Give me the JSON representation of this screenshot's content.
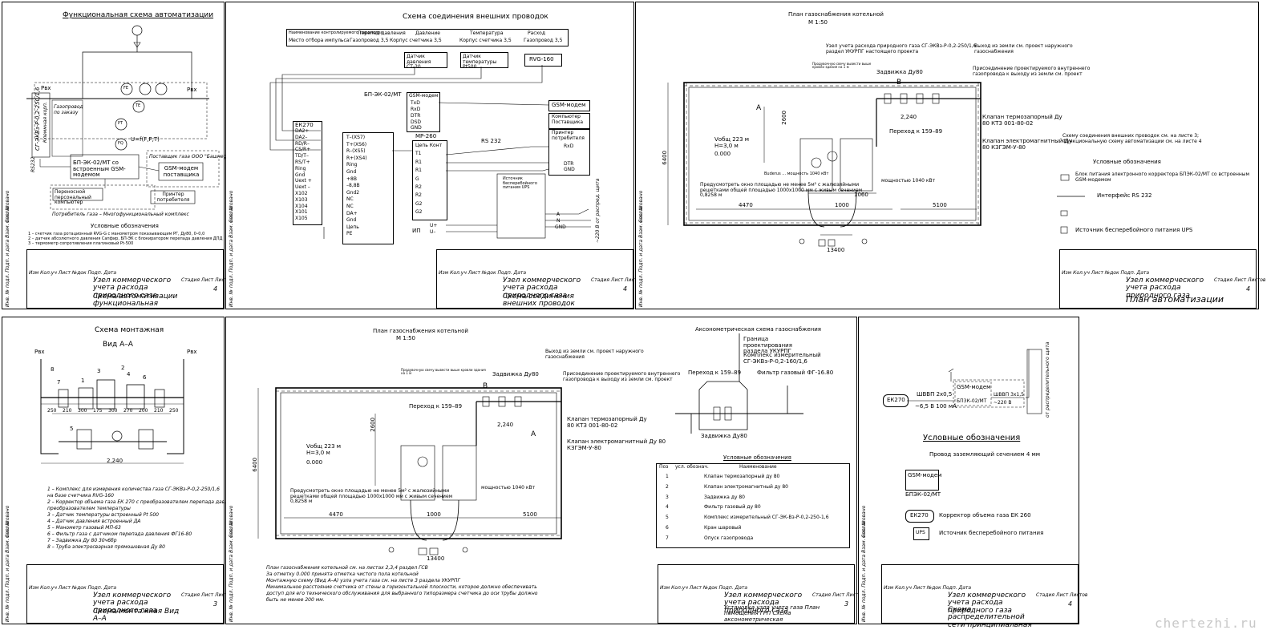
{
  "watermark": "chertezhi.ru",
  "common": {
    "stamp_title": "Узел коммерческого учета расхода природного газа",
    "stamp_cols": "Изм Кол.уч Лист №док Подп. Дата",
    "stamp_stadia": "Стадия Лист Листов",
    "side_agreed": "Согласовано",
    "side_cols": "Инв. № подл. Подп. и дата Взам. инв. №"
  },
  "sheet1": {
    "title": "Функциональная схема автоматизации",
    "node_gas": "Газопровод по заказу",
    "sg": "СГ-ЭКВз-Р-0,2-250/1,6",
    "vertical_note": "Клеммная корп.",
    "fe1": "FE",
    "pt": "PT",
    "te": "TE",
    "fq": "FQ",
    "formula": "U=f(F,P,T)",
    "pvh_left": "Рвх",
    "pvh_right": "Рвх",
    "rs": "RS232",
    "bp": "БП-ЭК-02/МТ со встроенным GSM-модемом",
    "supplier": "Поставщик газа ООО \"Башнефтегаз\"",
    "gsm": "GSM-модем поставщика",
    "pc": "Переносной персональный компьютер",
    "printer": "Принтер потребителя",
    "consumer": "Потребитель газа – Многофункциональный комплекс",
    "legend_title": "Условные обозначения",
    "legend": [
      "1 – счетчик газа ротационный RVG-G с манометром показывающим РГ, Ду80, 0–0,0",
      "2 – датчик абсолютного давления Сапфир, БП-ЭК с блокиратором перепада давления ДПД",
      "3 – термометр сопротивления платиновый Pt-500"
    ],
    "stamp_sheet": "4",
    "stamp_caption": "Схема автоматизации функциональная"
  },
  "sheet2": {
    "title": "Схема соединения внешних проводок",
    "table_head": [
      "Наименование контролируемого параметра",
      "Перепад давления",
      "Давление",
      "Температура",
      "Расход"
    ],
    "table_row": [
      "Место отбора импульса",
      "Газопровод 3,5",
      "Корпус счетчика 3,5",
      "Корпус счетчика 3,5",
      "Газопровод 3,5"
    ],
    "sensor1": "Датчик давления СТ-30",
    "sensor2": "Датчик температуры Pt500",
    "sensor3": "RVG-160",
    "bp": "БП-ЭК-02/МТ",
    "gsm_box": "GSM-модем",
    "ek270": "ЕК270",
    "ek_rows": [
      "DA2+",
      "DA2–",
      "RD/R–",
      "CS/R+",
      "TD/T–",
      "RS/T+",
      "Ring",
      "Gnd",
      "Uext +",
      "Uext –",
      "X102",
      "X103",
      "X104",
      "X101",
      "X105"
    ],
    "gsm_rows": [
      "TxD",
      "RxD",
      "DTR",
      "DSD",
      "GND"
    ],
    "mid_rows": [
      "T–(XS7)",
      "T+(XS6)",
      "R–(XS5)",
      "R+(XS4)",
      "Ring",
      "Gnd",
      "+8В",
      "–8,8В",
      "Gnd2",
      "NC",
      "NC",
      "DA+",
      "Gnd",
      "Цепь",
      "PE"
    ],
    "mp": "МР-260",
    "mp_rows": [
      "Цепь Конт",
      "T1",
      "R1",
      "R1",
      "G",
      "R2",
      "R2",
      "G2",
      "G2"
    ],
    "rs232": "RS 232",
    "modem_right": "GSM-модем",
    "pc_right": "Компьютер Поставщика",
    "printer_right": "Принтер потребителя",
    "rxd": "RxD",
    "dtr": "DTR",
    "gnd": "GND",
    "ups": "Источник бесперебойного питания UPS",
    "ip": "ИП",
    "u_plus": "U+",
    "u_minus": "U–",
    "a": "A",
    "n": "N",
    "gnd2": "GND",
    "vert": "~220 В от распред. щита",
    "stamp_sheet": "4",
    "stamp_caption": "Схема соединения внешних проводок"
  },
  "sheet3": {
    "title": "План газоснабжения котельной",
    "scale": "М 1:50",
    "node": "Узел учета расхода природного газа СГ-ЭКВз-Р-0,2-250/1,6 раздел УКУРПГ настоящего проекта",
    "exit": "Выход из земли см. проект наружного газоснабжения",
    "pipe_note": "Продувочную свечу вывести выше кровли здания на 1 м",
    "zadv": "Задвижка Ду80",
    "prisoed": "Присоединение проектируемого внутреннего газопровода к выходу из земли см. проект",
    "klapan_t": "Клапан термозапорный Ду 80 КТЗ 001-80-02",
    "perekhod": "Переход к 159–89",
    "klapan_e": "Клапан электромагнитный Ду 80 КЗГЭМ-У-80",
    "note": "Схему соединения внешних проводок см. на листе 3; Функциональную схему автоматизации см. на листе 4",
    "dim_2600": "2600",
    "dim_6400": "6400",
    "dim_2240": "2,240",
    "dim_4470": "4470",
    "dim_1000": "1000",
    "dim_5100": "5100",
    "dim_13400": "13400",
    "dim_1060": "1060",
    "vol": "Vобщ 223 м",
    "h": "Н=3,0 м",
    "zero": "0.000",
    "okno": "Предусмотреть окно площадью не менее 5м² с жалюзийными решетками общей площадью 1000х1000 мм с живым сечением 0,8258 м",
    "boiler1": "Buderus ... мощность 1040 кВт",
    "boiler2": "мощностью 1040 кВт",
    "leg_title": "Условные обозначения",
    "leg1": "Блок питания электронного корректора БПЭК-02/МТ со встроенным GSM-модемом",
    "leg2": "Интерфейс RS 232",
    "leg3": "Источник бесперебойного питания UPS",
    "a_mark": "А",
    "b_mark": "В",
    "stamp_sheet": "4",
    "stamp_caption": "План автоматизации"
  },
  "sheet4": {
    "title": "Схема монтажная",
    "view": "Вид А–А",
    "pvh_left": "Рвх",
    "pvh_right": "Рвх",
    "nums": [
      "8",
      "2",
      "4",
      "7",
      "3",
      "6",
      "1",
      "5"
    ],
    "dims": [
      "250",
      "210",
      "300",
      "175",
      "300",
      "270",
      "200",
      "210",
      "250"
    ],
    "total": "2,240",
    "notes": [
      "1 – Комплекс для измерения количества газа СГ-ЭКВз-Р-0,2-250/1,6",
      "      на базе счетчика RVG-160",
      "2 – Корректор объема газа ЕК 270 с преобразователем перепада давления и",
      "      преобразователем температуры",
      "3 – Датчик температуры встроенный Pt 500",
      "4 – Датчик давления встроенный ДА",
      "5 – Манометр газовый МП-63",
      "6 – Фильтр газа с датчиком перепада давления ФГ16-80",
      "7 – Задвижка Ду 80 30ч6бр",
      "8 – Труба электросварная прямошовная Ду 80"
    ],
    "stamp_sheet": "3",
    "stamp_caption": "Схема монтажная Вид А–А"
  },
  "sheet5": {
    "title": "План газоснабжения котельной",
    "scale": "М 1:50",
    "axon_title": "Аксонометрическая схема газоснабжения",
    "exit": "Выход из земли см. проект наружного газоснабжения",
    "pipe_note": "Продувочную свечу вывести выше кровли здания на 1 м",
    "zadv": "Задвижка Ду80",
    "prisoed": "Присоединение проектируемого внутреннего газопровода к выходу из земли см. проект",
    "perekhod": "Переход к 159–89",
    "klapan_t": "Клапан термозапорный Ду 80 КТЗ 001-80-02",
    "klapan_e": "Клапан электромагнитный Ду 80 КЗГЭМ-У-80",
    "granica": "Граница проектирования раздела УКУРПГ",
    "kompleks": "Комплекс измерительный СГ-ЭКВз-Р-0,2-160/1,6",
    "filter": "Фильтр газовый ФГ-16.80",
    "perekhod2": "Переход к 159–89",
    "zadv2": "Задвижка Ду80",
    "dim_2600": "2600",
    "dim_6400": "6400",
    "dim_2240": "2,240",
    "dim_4470": "4470",
    "dim_1000": "1000",
    "dim_5100": "5100",
    "dim_13400": "13400",
    "vol": "Vобщ 223 м",
    "h": "Н=3,0 м",
    "zero": "0.000",
    "okno": "Предусмотреть окно площадью не менее 5м² с жалюзийными решетками общей площадью 1000х1000 мм с живым сечением 0,8258 м",
    "boiler": "мощностью 1040 кВт",
    "table_title": "Условные обозначения",
    "table_head": [
      "Поз",
      "усл. обознач.",
      "Наименование"
    ],
    "table_rows": [
      [
        "1",
        "Клапан термозапорный ду 80"
      ],
      [
        "2",
        "Клапан электромагнитный ду 80"
      ],
      [
        "3",
        "Задвижка ду 80"
      ],
      [
        "4",
        "Фильтр газовый ду 80"
      ],
      [
        "5",
        "Комплекс измерительный СГ-ЭК-Вз-Р-0,2-250-1,6"
      ],
      [
        "6",
        "Кран шаровый"
      ],
      [
        "7",
        "Опуск газопровода"
      ]
    ],
    "notes": [
      "План газоснабжения котельной см. на листах 2,3,4 раздел ГСВ",
      "За отметку 0.000 принята отметка чистого пола котельной",
      "Монтажную схему (Вид А–А) узла учета газа см. на листе 3 раздела УКУРПГ",
      "Минимальное расстояние счетчика от стены в горизонтальной плоскости, которое должно обеспечивать",
      "доступ для его технического обслуживания для выбранного типоразмера счетчика до оси трубы должно",
      "быть не менее 200 мм."
    ],
    "a_mark": "А",
    "b_mark": "В",
    "stamp_sheet": "3",
    "stamp_caption": "Установка узла учета газа План помещения ГРП Схема аксонометрическая"
  },
  "sheet6": {
    "gsm": "GSM-модем",
    "ek270": "ЕК270",
    "cable": "ШВВП 2х0,5",
    "voltage": "~6,5 В 100 мА",
    "bp": "БП3К-02/МТ",
    "shvvp2": "ШВВП 3х1,5",
    "v220": "~220 В",
    "vert": "от распределительного щита",
    "leg_title": "Условные обозначения",
    "ground": "Провод заземляющий сечением 4 мм",
    "leg_gsm": "GSM-модем",
    "leg_bp": "БПЭК-02/МТ",
    "leg_ek": "ЕК270",
    "leg_ek_text": "Корректор объема газа ЕК 260",
    "leg_ups": "UPS",
    "leg_ups_text": "Источник бесперебойного питания",
    "stamp_sheet": "4",
    "stamp_caption": "Схема распределительной сети принципиальная"
  }
}
